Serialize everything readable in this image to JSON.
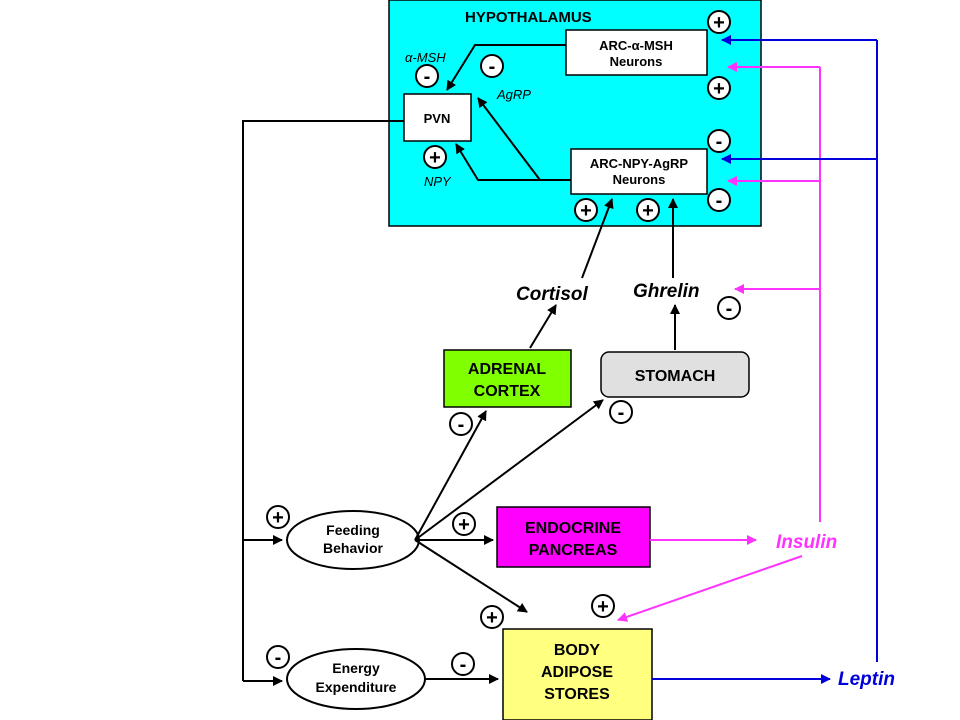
{
  "hypothalamus": {
    "title": "HYPOTHALAMUS",
    "pvn": "PVN",
    "arc_msh": [
      "ARC-α-MSH",
      "Neurons"
    ],
    "arc_npy": [
      "ARC-NPY-AgRP",
      "Neurons"
    ],
    "labels": {
      "msh": "α-MSH",
      "agrp": "AgRP",
      "npy": "NPY"
    }
  },
  "hormones": {
    "cortisol": "Cortisol",
    "ghrelin": "Ghrelin",
    "insulin": "Insulin",
    "leptin": "Leptin"
  },
  "organs": {
    "adrenal": [
      "ADRENAL",
      "CORTEX"
    ],
    "stomach": "STOMACH",
    "pancreas": [
      "ENDOCRINE",
      "PANCREAS"
    ],
    "adipose": [
      "BODY",
      "ADIPOSE",
      "STORES"
    ]
  },
  "behaviors": {
    "feeding": [
      "Feeding",
      "Behavior"
    ],
    "energy": [
      "Energy",
      "Expenditure"
    ]
  },
  "signs": {
    "plus": "+",
    "minus": "-"
  },
  "colors": {
    "hypothalamus_fill": "#00ffff",
    "adrenal_fill": "#80ff00",
    "stomach_fill": "#e0e0e0",
    "pancreas_fill": "#ff00ff",
    "adipose_fill": "#ffff80",
    "insulin": "#ff33ff",
    "leptin": "#0000dd",
    "neural": "#000000"
  }
}
